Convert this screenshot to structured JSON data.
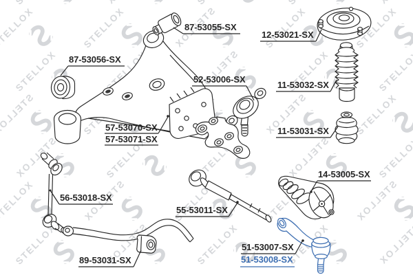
{
  "brand": {
    "watermark_text": "STELLOX",
    "watermark_logo": "s-wrench-icon",
    "watermark_color": "#b4b8bd"
  },
  "diagram": {
    "type": "exploded-parts-diagram",
    "subject": "front suspension and steering components",
    "line_color": "#262626",
    "highlight_color": "#3e6fb2",
    "background": "#ffffff",
    "parts": [
      {
        "part_number": "87-53055-SX",
        "component": "control-arm-rear-bushing",
        "highlighted": false
      },
      {
        "part_number": "87-53056-SX",
        "component": "control-arm-front-bushing",
        "highlighted": false
      },
      {
        "part_number": "12-53021-SX",
        "component": "strut-mount",
        "highlighted": false
      },
      {
        "part_number": "52-53006-SX",
        "component": "ball-joint",
        "highlighted": false
      },
      {
        "part_number": "11-53032-SX",
        "component": "strut-dust-boot",
        "highlighted": false
      },
      {
        "part_number": "11-53031-SX",
        "component": "bump-stop",
        "highlighted": false
      },
      {
        "part_number": "57-53070-SX",
        "component": "control-arm",
        "highlighted": false
      },
      {
        "part_number": "57-53071-SX",
        "component": "control-arm",
        "highlighted": false
      },
      {
        "part_number": "14-53005-SX",
        "component": "steering-rack-boot",
        "highlighted": false
      },
      {
        "part_number": "55-53011-SX",
        "component": "inner-tie-rod",
        "highlighted": false
      },
      {
        "part_number": "56-53018-SX",
        "component": "stabilizer-link",
        "highlighted": false
      },
      {
        "part_number": "89-53031-SX",
        "component": "stabilizer-bushing",
        "highlighted": false
      },
      {
        "part_number": "51-53007-SX",
        "component": "tie-rod-end",
        "highlighted": false
      },
      {
        "part_number": "51-53008-SX",
        "component": "tie-rod-end",
        "highlighted": true
      }
    ]
  }
}
